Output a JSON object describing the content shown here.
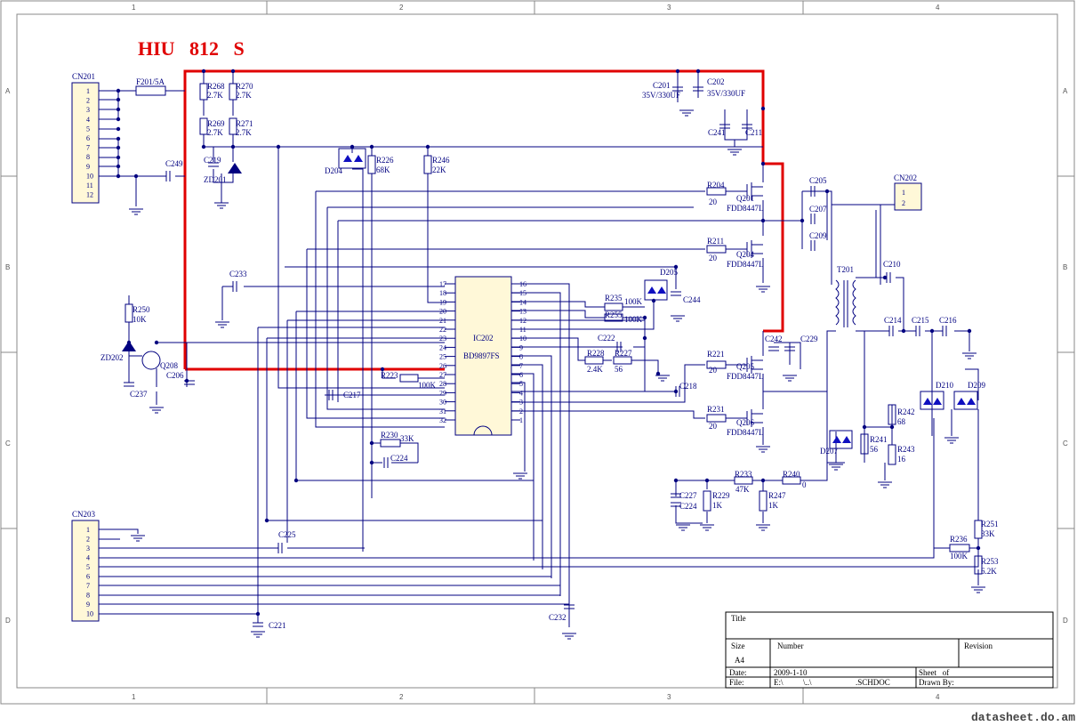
{
  "title": "HIU   812   S",
  "frame": {
    "columns": [
      "1",
      "2",
      "3",
      "4"
    ],
    "rows": [
      "A",
      "B",
      "C",
      "D"
    ]
  },
  "ic": {
    "ref": "IC202",
    "part": "BD9897FS",
    "left_pins": [
      "17",
      "18",
      "19",
      "20",
      "21",
      "22",
      "23",
      "24",
      "25",
      "26",
      "27",
      "28",
      "29",
      "30",
      "31",
      "32"
    ],
    "right_pins": [
      "16",
      "15",
      "14",
      "13",
      "12",
      "11",
      "10",
      "9",
      "8",
      "7",
      "6",
      "5",
      "4",
      "3",
      "2",
      "1"
    ]
  },
  "connectors": [
    {
      "ref": "CN201",
      "pins": [
        "1",
        "2",
        "3",
        "4",
        "5",
        "6",
        "7",
        "8",
        "9",
        "10",
        "11",
        "12"
      ]
    },
    {
      "ref": "CN202",
      "pins": [
        "1",
        "2"
      ]
    },
    {
      "ref": "CN203",
      "pins": [
        "1",
        "2",
        "3",
        "4",
        "5",
        "6",
        "7",
        "8",
        "9",
        "10"
      ]
    }
  ],
  "labels": {
    "f201": "F201/5A",
    "r268": "R268",
    "r268v": "2.7K",
    "r270": "R270",
    "r270v": "2.7K",
    "r269": "R269",
    "r269v": "2.7K",
    "r271": "R271",
    "r271v": "2.7K",
    "c219": "C219",
    "zd201": "ZD201",
    "c249": "C249",
    "d204": "D204",
    "r226": "R226",
    "r226v": "68K",
    "r246": "R246",
    "r246v": "22K",
    "c201": "C201",
    "c201v": "35V/330UF",
    "c202": "C202",
    "c202v": "35V/330UF",
    "c241": "C241",
    "c211": "C211",
    "r204": "R204",
    "r204v": "20",
    "q201": "Q201",
    "q201p": "FDD8447L",
    "r211": "R211",
    "r211v": "20",
    "q204": "Q204",
    "q204p": "FDD8447L",
    "c205": "C205",
    "c207": "C207",
    "c209": "C209",
    "t201": "T201",
    "c210": "C210",
    "cn202": "CN202",
    "d205": "D205",
    "c244": "C244",
    "c233": "C233",
    "r250": "R250",
    "r250v": "10K",
    "zd202": "ZD202",
    "q208": "Q208",
    "c206": "C206",
    "c237": "C237",
    "r235": "R235",
    "r235v": "100K",
    "r255": "R255",
    "r255v": "100K",
    "c222": "C222",
    "r228": "R228",
    "r228v": "2.4K",
    "r227": "R227",
    "r227v": "56",
    "r223": "R223",
    "r223v": "100K",
    "c217": "C217",
    "c218": "C218",
    "r221": "R221",
    "r221v": "20",
    "q205": "Q205",
    "q205p": "FDD8447L",
    "r231": "R231",
    "r231v": "20",
    "q206": "Q206",
    "q206p": "FDD8447L",
    "c242": "C242",
    "c229": "C229",
    "c214": "C214",
    "c215": "C215",
    "c216": "C216",
    "d210": "D210",
    "d209": "D209",
    "r242": "R242",
    "r242v": "68",
    "d207": "D207",
    "r241": "R241",
    "r241v": "56",
    "r243": "R243",
    "r243v": "16",
    "r230": "R230",
    "r230v": "33K",
    "c224a": "C224",
    "r233": "R233",
    "r233v": "47K",
    "r240": "R240",
    "r240v": "0",
    "c227": "C227",
    "c224b": "C224",
    "r229": "R229",
    "r229v": "1K",
    "r247": "R247",
    "r247v": "1K",
    "c225": "C225",
    "r236": "R236",
    "r236v": "100K",
    "r251": "R251",
    "r251v": "33K",
    "r253": "R253",
    "r253v": "6.2K",
    "c221": "C221",
    "c232": "C232"
  },
  "title_block": {
    "title_label": "Title",
    "size_label": "Size",
    "size_value": "A4",
    "number_label": "Number",
    "revision_label": "Revision",
    "date_label": "Date:",
    "date_value": "2009-1-10",
    "sheet_label": "Sheet   of",
    "file_label": "File:",
    "file_value": "E:\\          \\..\\",
    "file_ext": ".SCHDOC",
    "drawn_label": "Drawn By:"
  },
  "watermark": "datasheet.do.am",
  "colors": {
    "wire": "#000080",
    "highlight": "#e00000",
    "background": "#ffffff"
  }
}
